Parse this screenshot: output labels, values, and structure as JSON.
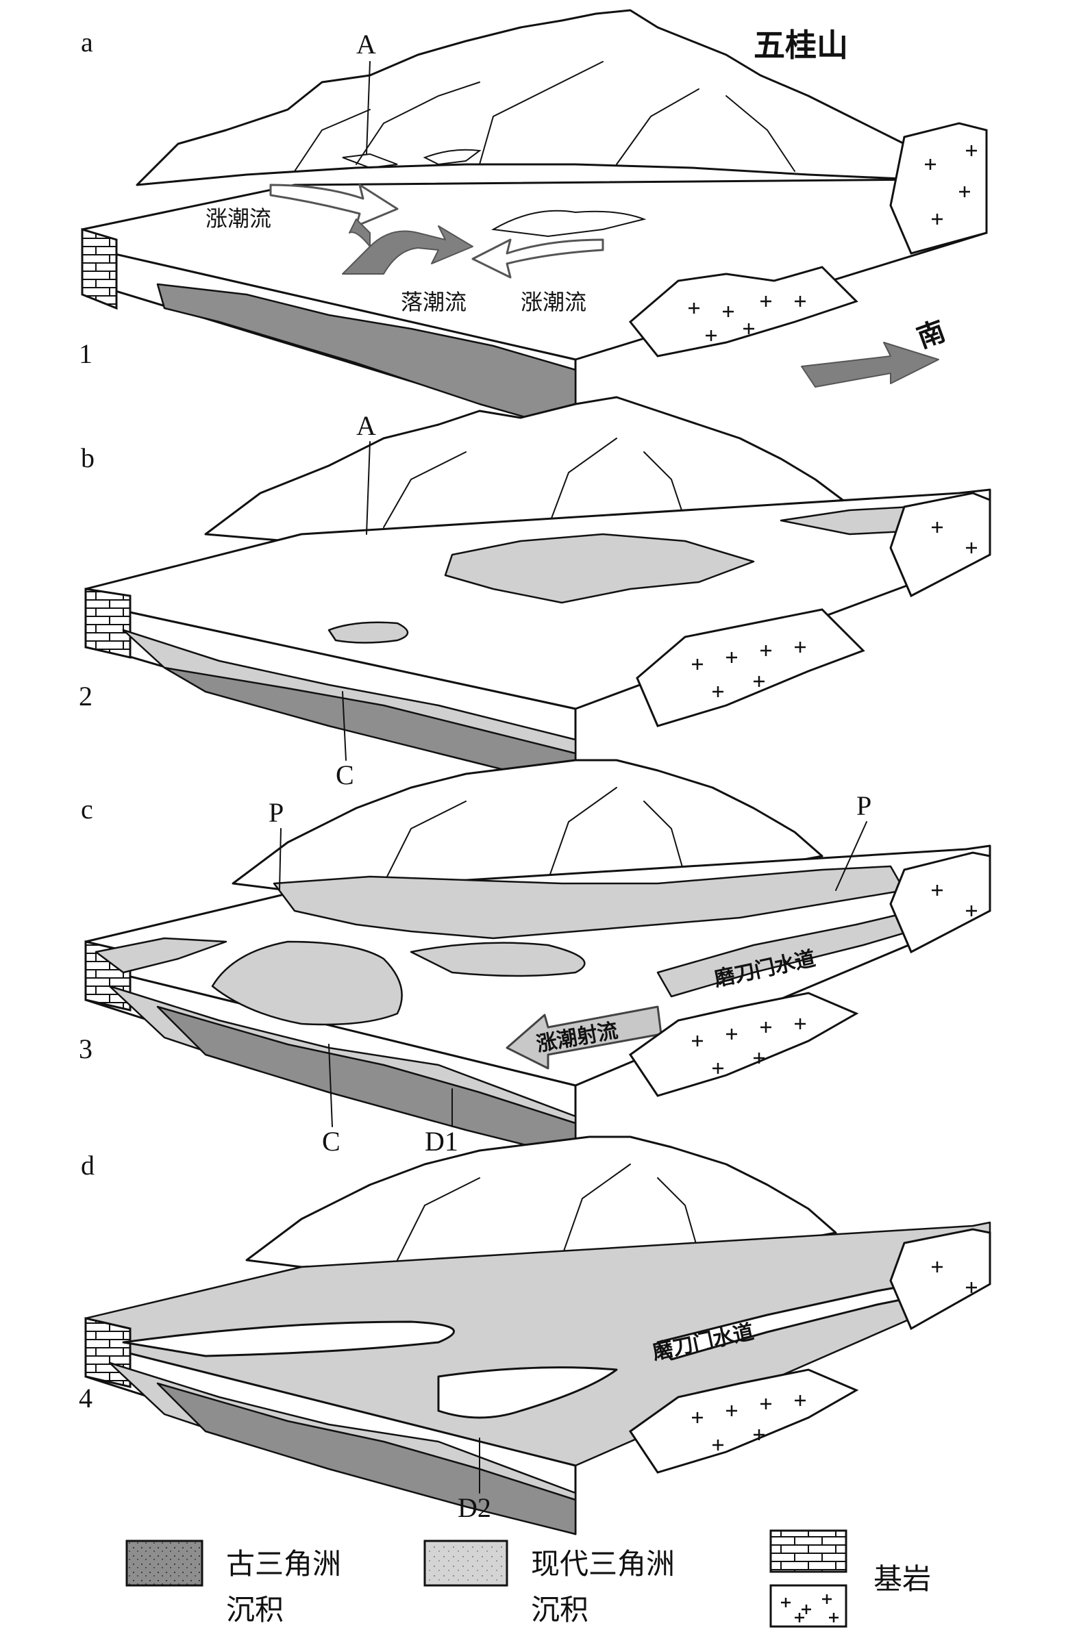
{
  "panels": [
    {
      "letter": "a",
      "number": "1"
    },
    {
      "letter": "b",
      "number": "2"
    },
    {
      "letter": "c",
      "number": "3"
    },
    {
      "letter": "d",
      "number": "4"
    }
  ],
  "labels": {
    "mountain": "五桂山",
    "point_a1": "A",
    "point_a2": "A",
    "flood_left": "涨潮流",
    "ebb": "落潮流",
    "flood_right": "涨潮流",
    "north": "南",
    "point_c2": "C",
    "point_p_left": "P",
    "point_p_right": "P",
    "channel3": "磨刀门水道",
    "jet": "涨潮射流",
    "point_c3": "C",
    "point_d1": "D1",
    "channel4": "磨刀门水道",
    "point_d2": "D2"
  },
  "legend": {
    "ancient_line1": "古三角洲",
    "ancient_line2": "沉积",
    "modern_line1": "现代三角洲",
    "modern_line2": "沉积",
    "bedrock": "基岩"
  },
  "colors": {
    "ancient_delta": "#8e8e8e",
    "modern_delta": "#d0d0d0",
    "arrow_grey": "#808080"
  }
}
